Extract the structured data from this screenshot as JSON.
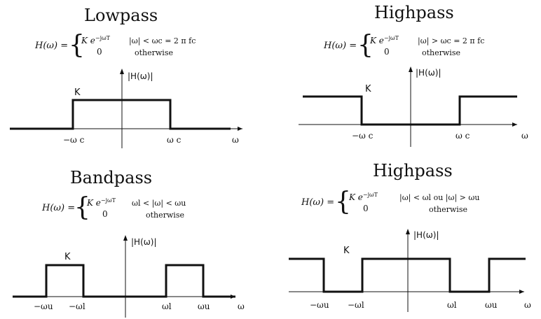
{
  "panels": {
    "lowpass": {
      "title": "Lowpass",
      "formula": {
        "lhs": "H(ω) =",
        "term": "K e",
        "exp": "−jωT",
        "cond": "|ω|  <  ωc = 2 π fc",
        "zero": "0",
        "otherwise": "otherwise"
      },
      "axis_label": "|H(ω)|",
      "gain_label": "K",
      "ticks": [
        "−ω c",
        "ω c"
      ],
      "x_label": "ω"
    },
    "highpass_1": {
      "title": "Highpass",
      "formula": {
        "lhs": "H(ω) =",
        "term": "K e",
        "exp": "−jωT",
        "cond": "|ω|  >  ωc = 2 π fc",
        "zero": "0",
        "otherwise": "otherwise"
      },
      "axis_label": "|H(ω)|",
      "gain_label": "K",
      "ticks": [
        "−ω c",
        "ω c"
      ],
      "x_label": "ω"
    },
    "bandpass": {
      "title": "Bandpass",
      "formula": {
        "lhs": "H(ω) =",
        "term": "K e",
        "exp": "−jωT",
        "cond": "ωl  <  |ω|  <  ωu",
        "zero": "0",
        "otherwise": "otherwise"
      },
      "axis_label": "|H(ω)|",
      "gain_label": "K",
      "ticks": [
        "−ωu",
        "−ωl",
        "ωl",
        "ωu"
      ],
      "x_label": "ω"
    },
    "highpass_2": {
      "title": "Highpass",
      "formula": {
        "lhs": "H(ω) =",
        "term": "K e",
        "exp": "−jωT",
        "cond": "|ω|  <  ωl  ou  |ω|  >  ωu",
        "zero": "0",
        "otherwise": "otherwise"
      },
      "axis_label": "|H(ω)|",
      "gain_label": "K",
      "ticks": [
        "−ωu",
        "−ωl",
        "ωl",
        "ωu"
      ],
      "x_label": "ω"
    }
  },
  "colors": {
    "line": "#111111"
  }
}
